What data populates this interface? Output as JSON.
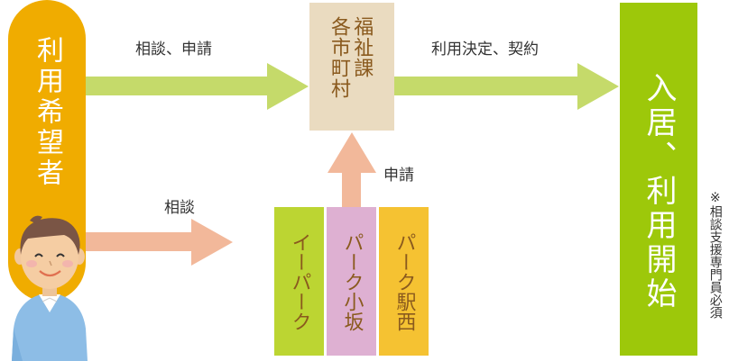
{
  "diagram": {
    "user": {
      "label": "利用希望者",
      "icon": "smiling-man-icon"
    },
    "office": {
      "label_col1": "各市町村",
      "label_col2": "福祉課"
    },
    "start": {
      "label": "入居、利用開始"
    },
    "facilities": [
      {
        "name": "イーパーク",
        "color": "#BCD532"
      },
      {
        "name": "パーク小坂",
        "color": "#DEB0D2"
      },
      {
        "name": "パーク駅西",
        "color": "#F5C232"
      }
    ],
    "arrows": {
      "user_to_office": {
        "label": "相談、申請",
        "color": "#C5DA6A"
      },
      "office_to_start": {
        "label": "利用決定、契約",
        "color": "#C5DA6A"
      },
      "user_to_facilities": {
        "label": "相談",
        "color": "#F2B89A"
      },
      "facilities_to_office": {
        "label": "申請",
        "color": "#F2B89A"
      }
    },
    "note": "※相談支援専門員必須"
  },
  "colors": {
    "user_pill": "#F0AC00",
    "office_box": "#EADBC0",
    "start_box": "#9DC80A",
    "brown_text": "#8A5A1E"
  }
}
